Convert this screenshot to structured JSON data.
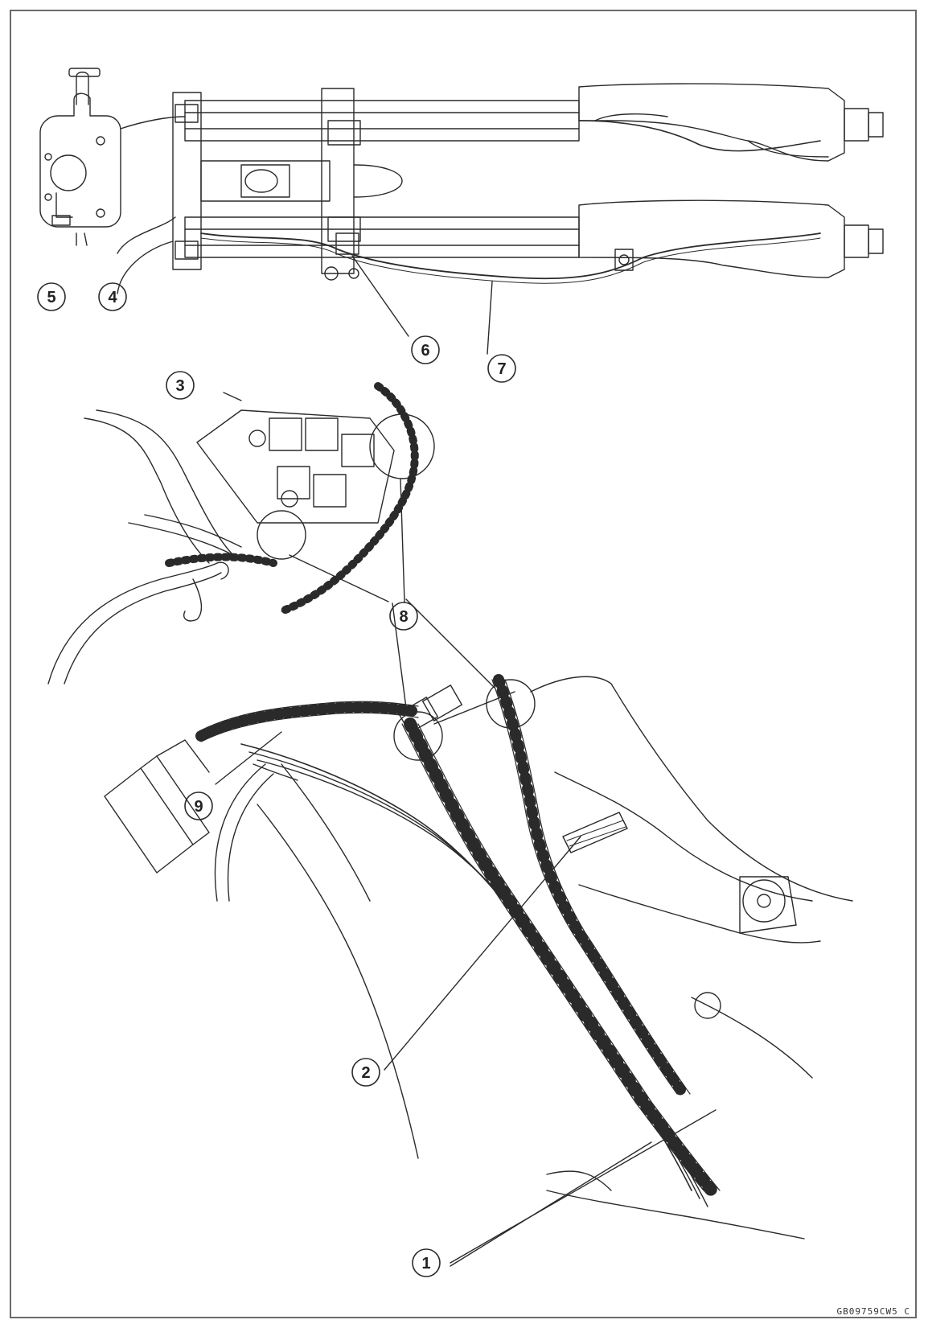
{
  "figure": {
    "id": "GB09759CW5 C"
  },
  "callouts": [
    "1",
    "2",
    "3",
    "4",
    "5",
    "6",
    "7",
    "8",
    "9"
  ],
  "colors": {
    "line": "#2a2a2a",
    "frame": "#6a6a6a",
    "background": "#ffffff"
  }
}
